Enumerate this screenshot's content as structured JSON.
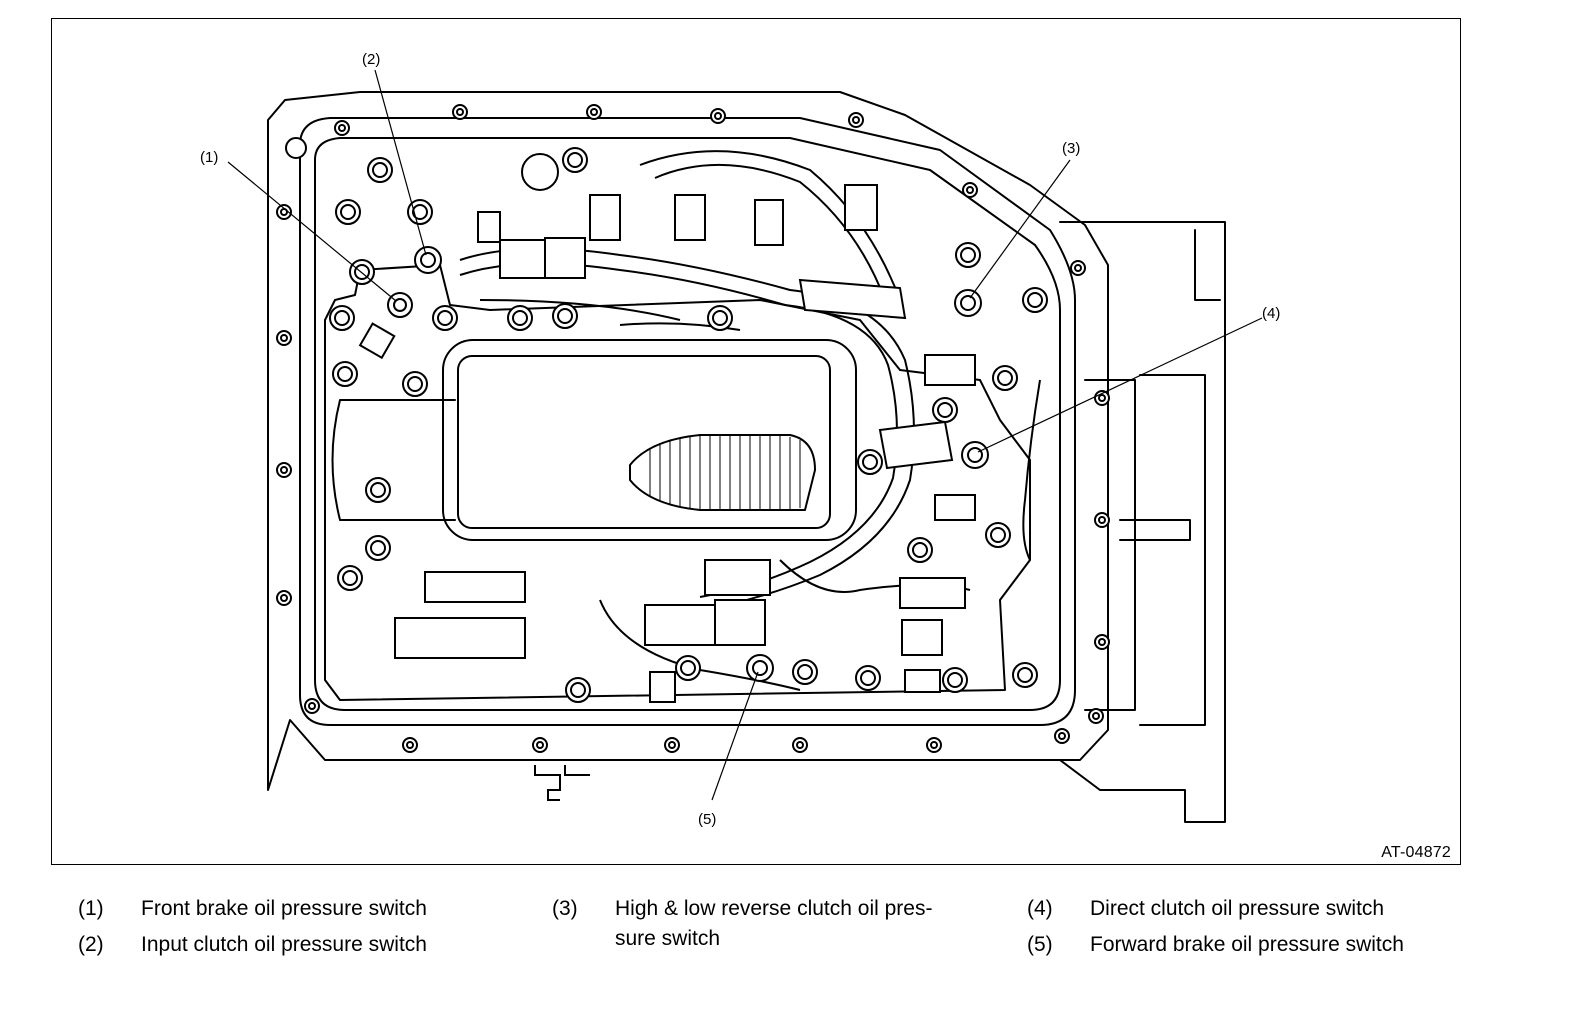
{
  "figure": {
    "code": "AT-04872",
    "callouts": [
      "(1)",
      "(2)",
      "(3)",
      "(4)",
      "(5)"
    ]
  },
  "legend": {
    "items": [
      {
        "num": "(1)",
        "text": "Front brake oil pressure switch"
      },
      {
        "num": "(2)",
        "text": "Input clutch oil pressure switch"
      },
      {
        "num": "(3)",
        "text_line1": "High & low reverse clutch oil pres-",
        "text_line2": "sure switch"
      },
      {
        "num": "(4)",
        "text": "Direct clutch oil pressure switch"
      },
      {
        "num": "(5)",
        "text": "Forward brake oil pressure switch"
      }
    ]
  }
}
